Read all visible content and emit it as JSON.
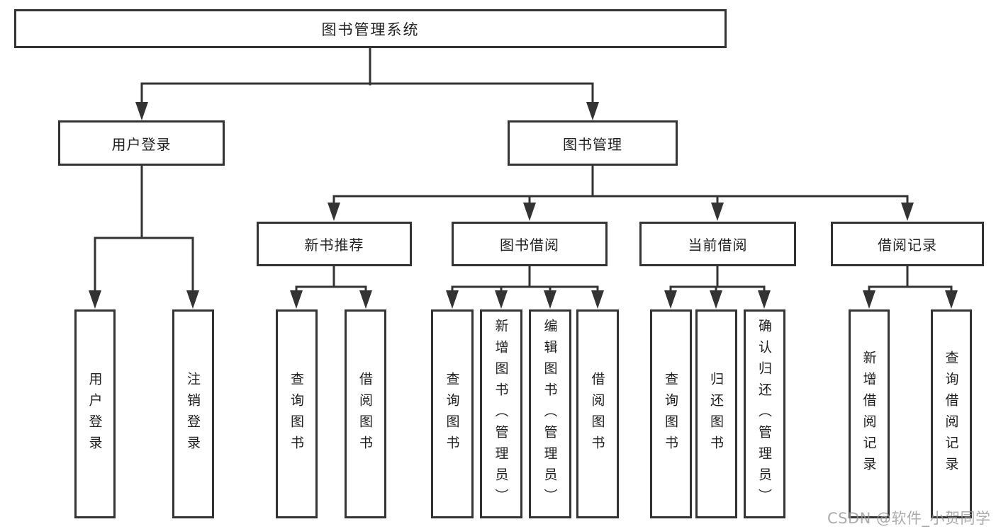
{
  "diagram": {
    "title": "图书管理系统",
    "nodes": {
      "root": "图书管理系统",
      "level2": [
        "用户登录",
        "图书管理"
      ],
      "level3": [
        "新书推荐",
        "图书借阅",
        "当前借阅",
        "借阅记录"
      ],
      "leaves": [
        "用户登录",
        "注销登录",
        "查询图书",
        "借阅图书",
        "查询图书",
        "新增图书（管理员）",
        "编辑图书（管理员）",
        "借阅图书",
        "查询图书",
        "归还图书",
        "确认归还（管理员）",
        "新增借阅记录",
        "查询借阅记录"
      ]
    },
    "structure": {
      "图书管理系统": [
        "用户登录",
        "图书管理"
      ],
      "用户登录": [
        "用户登录",
        "注销登录"
      ],
      "图书管理": [
        "新书推荐",
        "图书借阅",
        "当前借阅",
        "借阅记录"
      ],
      "新书推荐": [
        "查询图书",
        "借阅图书"
      ],
      "图书借阅": [
        "查询图书",
        "新增图书（管理员）",
        "编辑图书（管理员）",
        "借阅图书"
      ],
      "当前借阅": [
        "查询图书",
        "归还图书",
        "确认归还（管理员）"
      ],
      "借阅记录": [
        "新增借阅记录",
        "查询借阅记录"
      ]
    },
    "colors": {
      "border": "#333333",
      "line": "#333333",
      "text": "#1f1f1f",
      "background": "#ffffff",
      "watermark": "#999999"
    }
  },
  "watermark": "CSDN @软件_小贺同学"
}
